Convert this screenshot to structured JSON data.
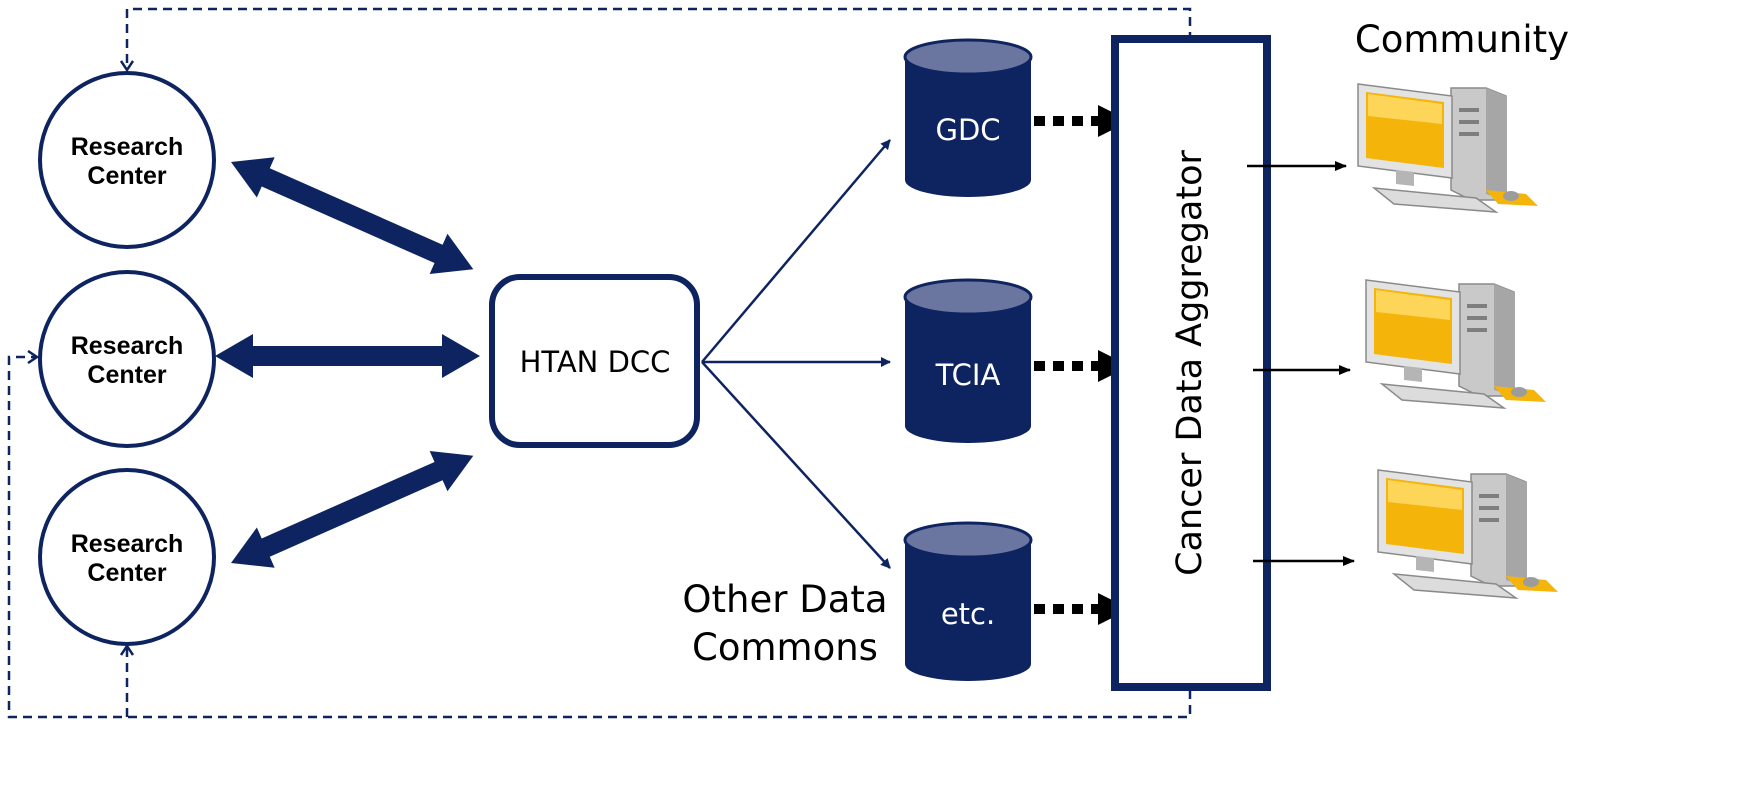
{
  "colors": {
    "navy": "#0e2460",
    "black": "#000000",
    "white": "#ffffff",
    "monitor_screen": "#f5b40a",
    "computer_gray": "#c9c9c9"
  },
  "research_centers": [
    {
      "line1": "Research",
      "line2": "Center"
    },
    {
      "line1": "Research",
      "line2": "Center"
    },
    {
      "line1": "Research",
      "line2": "Center"
    }
  ],
  "hub": {
    "label": "HTAN DCC"
  },
  "databases": [
    {
      "label": "GDC"
    },
    {
      "label": "TCIA"
    },
    {
      "label": "etc."
    }
  ],
  "other_commons": {
    "line1": "Other Data",
    "line2": "Commons"
  },
  "aggregator": {
    "label": "Cancer Data Aggregator"
  },
  "community": {
    "label": "Community"
  },
  "icons": [
    "desktop-computer-icon",
    "desktop-computer-icon",
    "desktop-computer-icon"
  ]
}
